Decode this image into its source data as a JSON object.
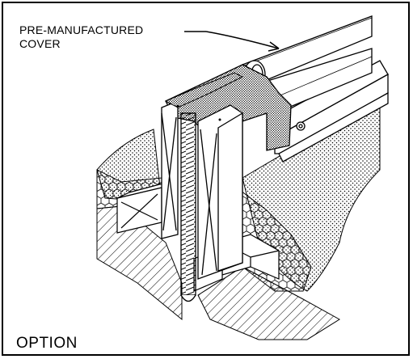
{
  "callout": {
    "line1": "PRE-MANUFACTURED",
    "line2": "COVER"
  },
  "option_label": "OPTION",
  "colors": {
    "ink": "#000000",
    "background": "#ffffff"
  }
}
